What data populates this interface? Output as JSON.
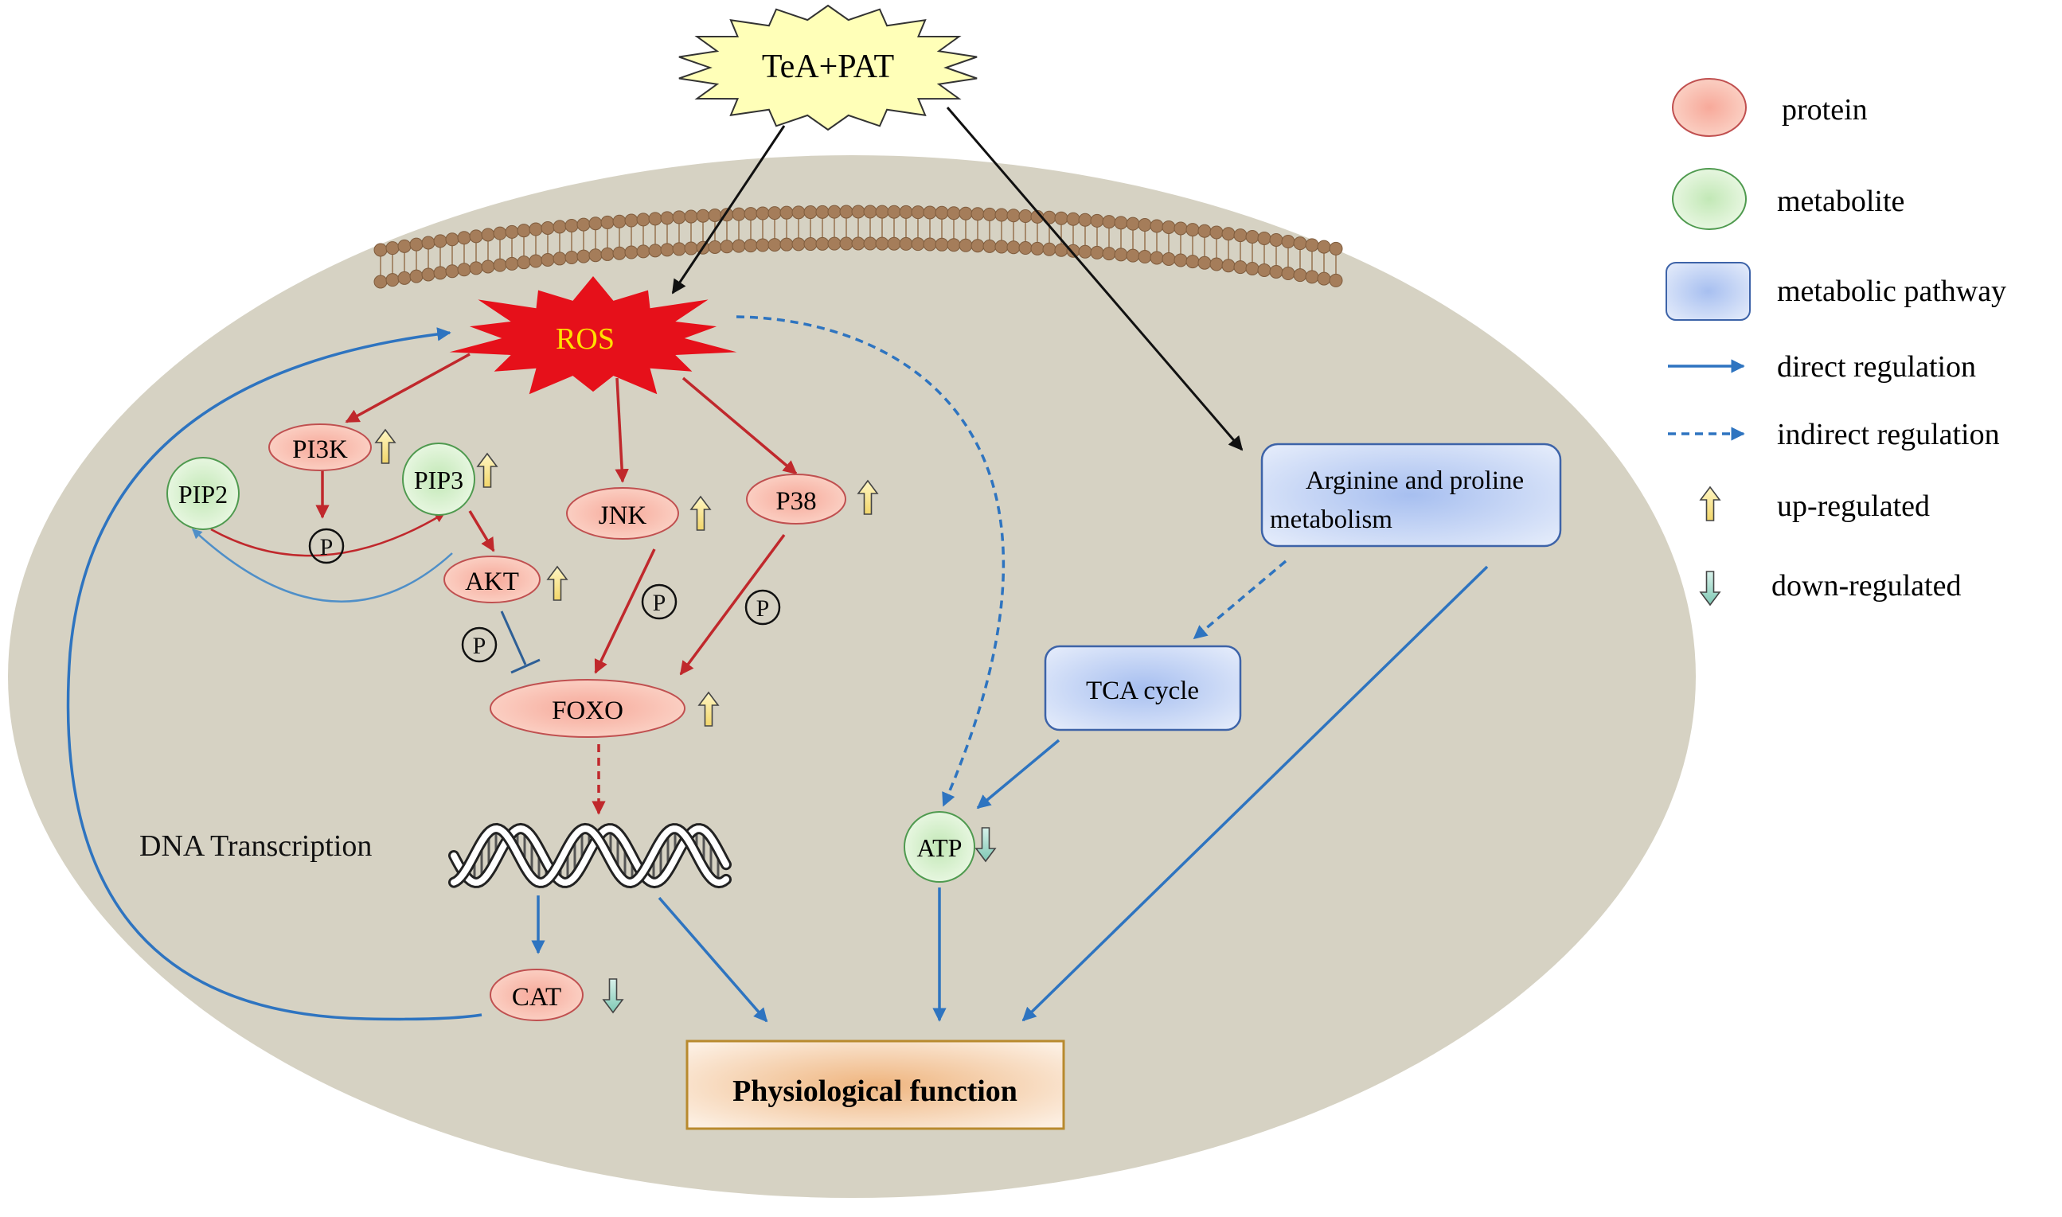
{
  "stimulus": {
    "label": "TeA+PAT"
  },
  "ros": {
    "label": "ROS"
  },
  "proteins": {
    "pi3k": "PI3K",
    "akt": "AKT",
    "jnk": "JNK",
    "p38": "P38",
    "foxo": "FOXO",
    "cat": "CAT"
  },
  "metabolites": {
    "pip2": "PIP2",
    "pip3": "PIP3",
    "atp": "ATP"
  },
  "pathways": {
    "arginine_line1": "Arginine and proline",
    "arginine_line2": "metabolism",
    "tca": "TCA cycle"
  },
  "phospho_symbol": "P",
  "dna_label": "DNA Transcription",
  "output": {
    "label": "Physiological function"
  },
  "legend": {
    "protein": "protein",
    "metabolite": "metabolite",
    "pathway": "metabolic pathway",
    "direct": "direct regulation",
    "indirect": "indirect regulation",
    "up": "up-regulated",
    "down": "down-regulated"
  },
  "colors": {
    "cell": "#d6d2c3",
    "membrane": "#a07a58",
    "protein_fill": "#f4a18f",
    "metabolite_fill": "#c9ebc0",
    "pathway_fill": "#b6c8ee",
    "red_arrow": "#c0282c",
    "blue_arrow": "#2e74c0",
    "up_arrow": "#f8e48a",
    "down_arrow": "#8fd3c1",
    "ros_fill": "#e6101a",
    "ros_text": "#ffe000",
    "stimulus_fill": "#ffffb8"
  }
}
